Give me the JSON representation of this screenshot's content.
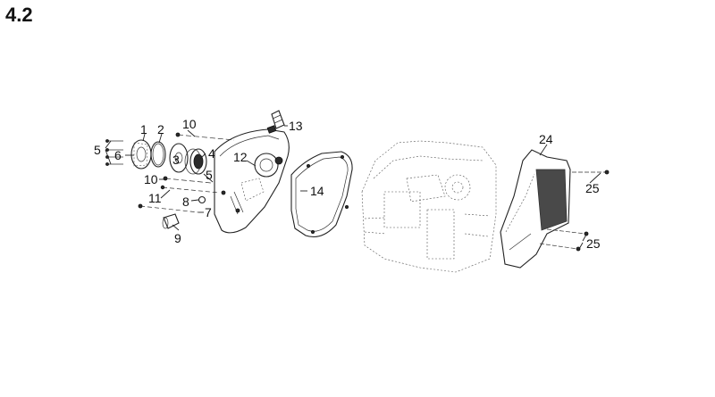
{
  "figure": {
    "number": "4.2"
  },
  "callouts": {
    "c1": "1",
    "c2": "2",
    "c3": "3",
    "c4": "4",
    "c5": "5",
    "c6": "6",
    "c7": "7",
    "c8": "8",
    "c9": "9",
    "c10": "10",
    "c11": "11",
    "c12": "12",
    "c13": "13",
    "c14": "14",
    "c24": "24",
    "c25": "25"
  }
}
